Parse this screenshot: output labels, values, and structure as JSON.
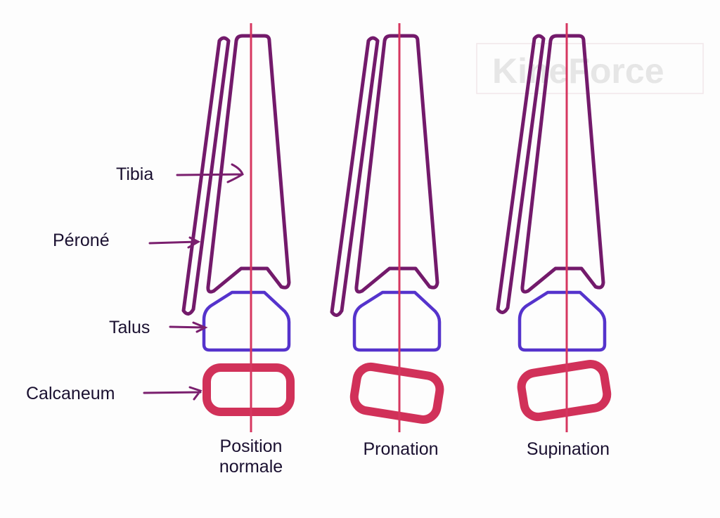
{
  "watermark": "KineForce",
  "labels": {
    "tibia": "Tibia",
    "perone": "Péroné",
    "talus": "Talus",
    "calcaneum": "Calcaneum"
  },
  "captions": {
    "normal_line1": "Position",
    "normal_line2": "normale",
    "pronation": "Pronation",
    "supination": "Supination"
  },
  "colors": {
    "bone": "#731a6b",
    "talus": "#5533cc",
    "calcaneum": "#d13159",
    "axis": "#d63660"
  }
}
